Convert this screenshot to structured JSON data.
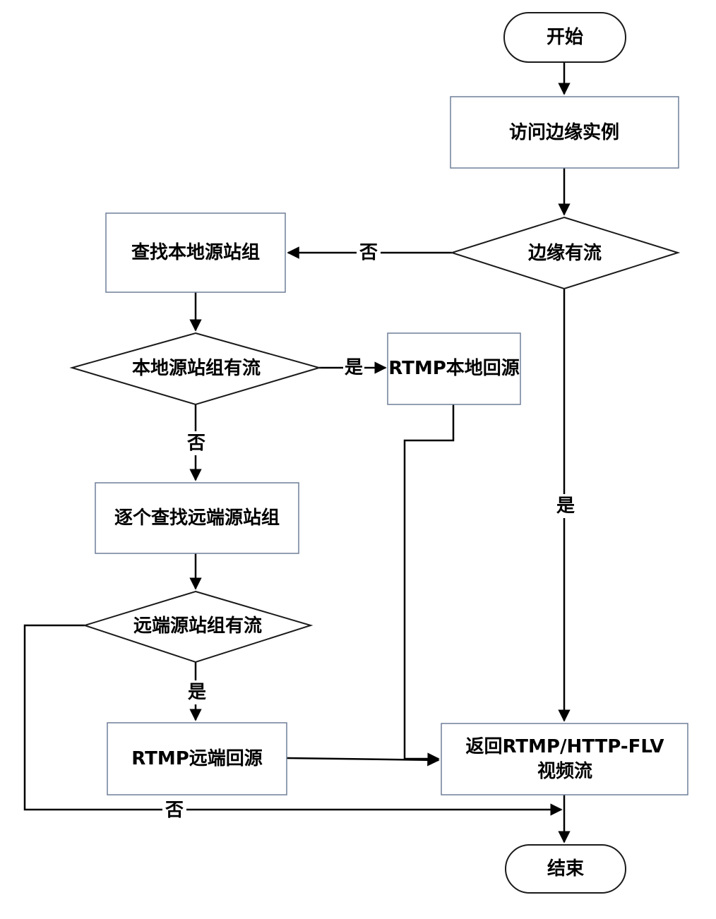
{
  "diagram": {
    "nodes": {
      "start": "开始",
      "visit_edge": "访问边缘实例",
      "edge_has_stream": "边缘有流",
      "find_local_group": "查找本地源站组",
      "local_has_stream": "本地源站组有流",
      "rtmp_local": "RTMP本地回源",
      "find_remote_groups": "逐个查找远端源站组",
      "remote_has_stream": "远端源站组有流",
      "rtmp_remote": "RTMP远端回源",
      "return_stream_line1": "返回RTMP/HTTP-FLV",
      "return_stream_line2": "视频流",
      "end": "结束"
    },
    "edges": {
      "edge_no": "否",
      "edge_yes": "是",
      "local_yes": "是",
      "local_no": "否",
      "remote_yes": "是",
      "remote_no": "否"
    },
    "colors": {
      "box_border": "#6f7f99",
      "line": "#000000",
      "text": "#000000"
    }
  }
}
